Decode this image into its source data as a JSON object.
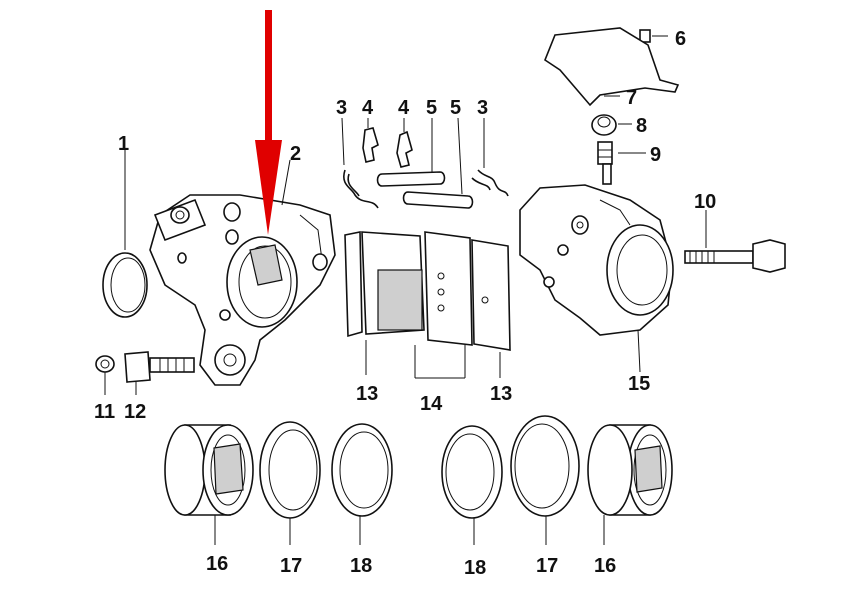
{
  "callouts": {
    "c1": "1",
    "c2": "2",
    "c3a": "3",
    "c3b": "3",
    "c4a": "4",
    "c4b": "4",
    "c5a": "5",
    "c5b": "5",
    "c6": "6",
    "c7": "7",
    "c8": "8",
    "c9": "9",
    "c10": "10",
    "c11": "11",
    "c12": "12",
    "c13a": "13",
    "c13b": "13",
    "c14": "14",
    "c15": "15",
    "c16a": "16",
    "c16b": "16",
    "c17a": "17",
    "c17b": "17",
    "c18a": "18",
    "c18b": "18"
  },
  "colors": {
    "arrow": "#e00000",
    "ink": "#111111",
    "paper": "#ffffff"
  }
}
